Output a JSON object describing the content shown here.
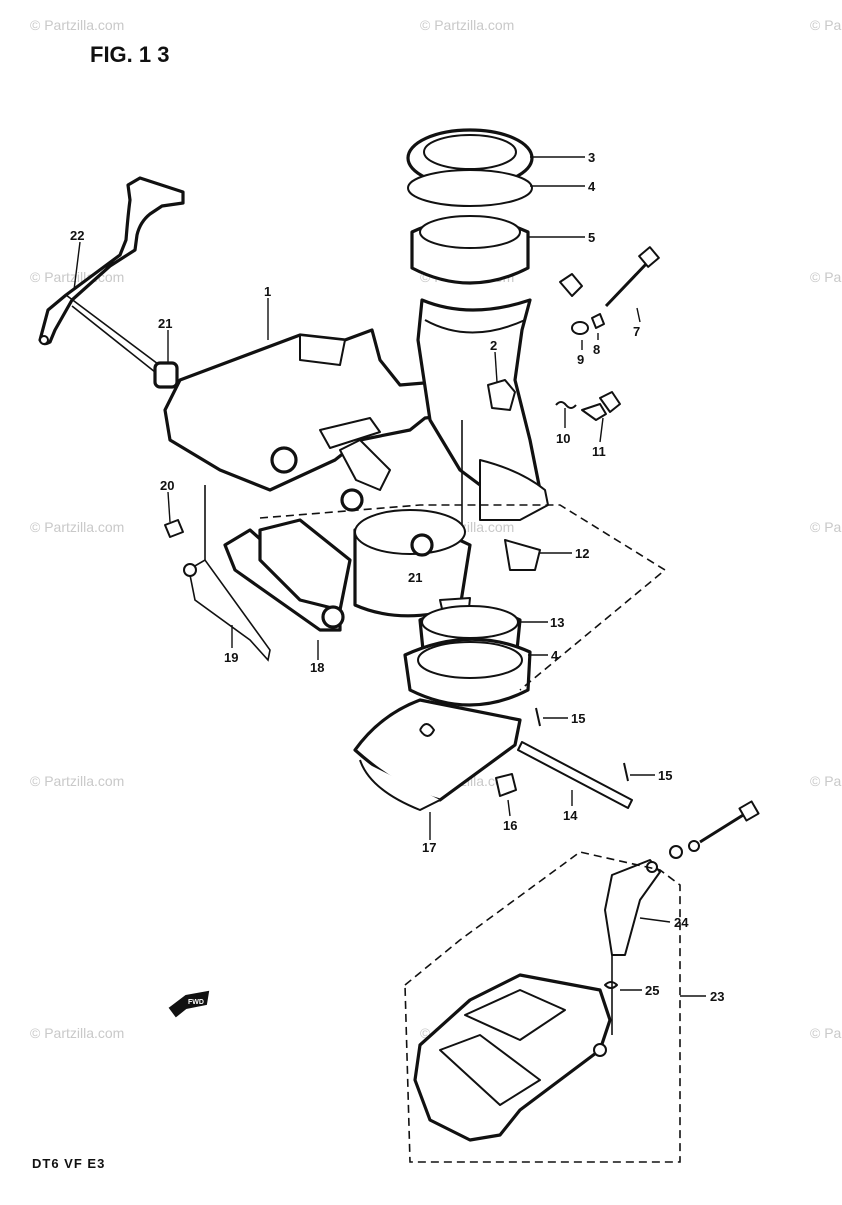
{
  "figure": {
    "title": "FIG. 1 3",
    "footer_code": "DT6  VF  E3",
    "fwd_arrow_label": "FWD"
  },
  "watermark": {
    "text": "© Partzilla.com"
  },
  "callouts": [
    {
      "id": "c1",
      "label": "1"
    },
    {
      "id": "c2",
      "label": "2"
    },
    {
      "id": "c3",
      "label": "3"
    },
    {
      "id": "c4a",
      "label": "4"
    },
    {
      "id": "c4b",
      "label": "4"
    },
    {
      "id": "c5",
      "label": "5"
    },
    {
      "id": "c7",
      "label": "7"
    },
    {
      "id": "c8",
      "label": "8"
    },
    {
      "id": "c9",
      "label": "9"
    },
    {
      "id": "c10",
      "label": "10"
    },
    {
      "id": "c11",
      "label": "11"
    },
    {
      "id": "c12",
      "label": "12"
    },
    {
      "id": "c13",
      "label": "13"
    },
    {
      "id": "c14",
      "label": "14"
    },
    {
      "id": "c15a",
      "label": "15"
    },
    {
      "id": "c15b",
      "label": "15"
    },
    {
      "id": "c16",
      "label": "16"
    },
    {
      "id": "c17",
      "label": "17"
    },
    {
      "id": "c18",
      "label": "18"
    },
    {
      "id": "c19",
      "label": "19"
    },
    {
      "id": "c20",
      "label": "20"
    },
    {
      "id": "c21a",
      "label": "21"
    },
    {
      "id": "c21b",
      "label": "21"
    },
    {
      "id": "c22",
      "label": "22"
    },
    {
      "id": "c23",
      "label": "23"
    },
    {
      "id": "c24",
      "label": "24"
    },
    {
      "id": "c25",
      "label": "25"
    }
  ]
}
